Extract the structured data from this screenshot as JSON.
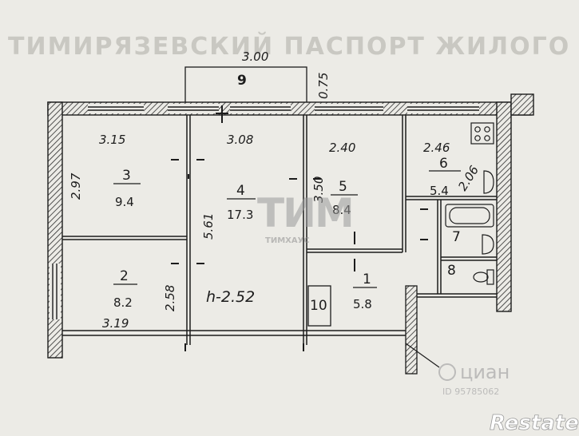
{
  "header_text": "ТИМИРЯЗЕВСКИЙ ПАСПОРТ ЖИЛОГО",
  "dimensions": {
    "balcony_width": "3.00",
    "balcony_depth": "0.75",
    "room3_width": "3.15",
    "room3_depth": "2.97",
    "room4_width": "3.08",
    "room4_depth": "5.61",
    "room5_width": "2.40",
    "room5_depth": "3.50",
    "room6_width": "2.46",
    "room6_depth": "2.06",
    "room2_width": "3.19",
    "room2_depth": "2.58",
    "ceiling_height": "h-2.52"
  },
  "rooms": [
    {
      "id": "9",
      "number": "9",
      "area": ""
    },
    {
      "id": "3",
      "number": "3",
      "area": "9.4"
    },
    {
      "id": "4",
      "number": "4",
      "area": "17.3"
    },
    {
      "id": "5",
      "number": "5",
      "area": "8.4"
    },
    {
      "id": "6",
      "number": "6",
      "area": "5.4"
    },
    {
      "id": "7",
      "number": "7",
      "area": ""
    },
    {
      "id": "8",
      "number": "8",
      "area": ""
    },
    {
      "id": "2",
      "number": "2",
      "area": "8.2"
    },
    {
      "id": "1",
      "number": "1",
      "area": "5.8"
    },
    {
      "id": "10",
      "number": "10",
      "area": ""
    }
  ],
  "watermarks": {
    "center_logo": "ТИМ",
    "center_text": "ТИМХАУС",
    "cian_brand": "циан",
    "cian_id": "ID 95785062",
    "restate_brand": "Restate"
  },
  "colors": {
    "paper": "#ecebe6",
    "ink": "#1c1c1c",
    "wall_hatch": "#2a2a2a",
    "watermark_gray": "#9a9a9a"
  }
}
